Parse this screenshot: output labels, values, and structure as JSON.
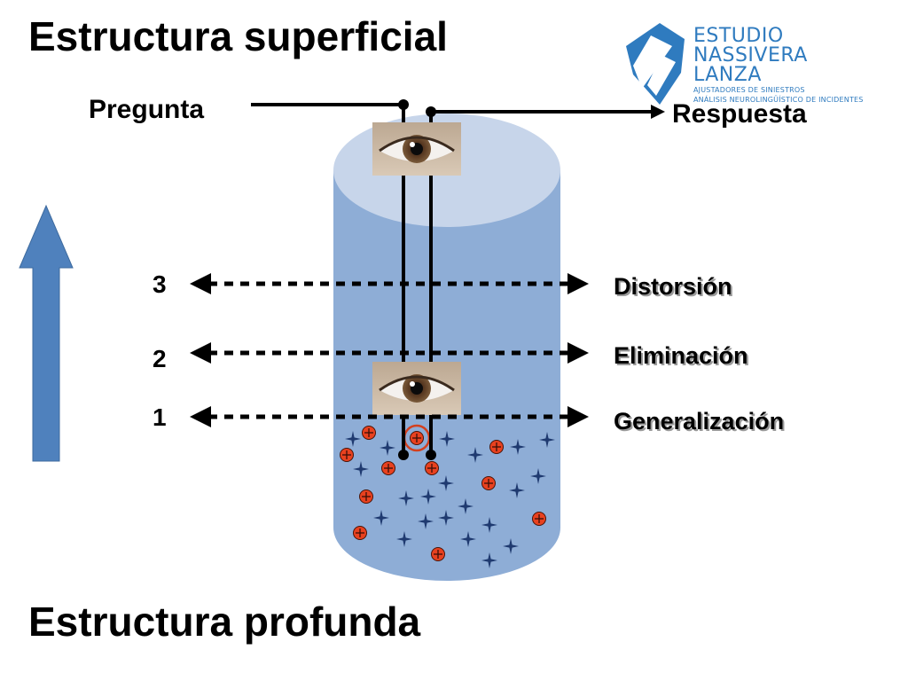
{
  "title_top": "Estructura superficial",
  "title_bottom": "Estructura profunda",
  "logo": {
    "line1": "ESTUDIO",
    "line2": "NASSIVERA",
    "line3": "LANZA",
    "line4": "AJUSTADORES DE SINIESTROS",
    "line5": "ANÁLISIS NEUROLINGÜÍSTICO DE INCIDENTES"
  },
  "labels": {
    "pregunta": "Pregunta",
    "respuesta": "Respuesta"
  },
  "levels": [
    {
      "number": "3",
      "name": "Distorsión"
    },
    {
      "number": "2",
      "name": "Eliminación"
    },
    {
      "number": "1",
      "name": "Generalización"
    }
  ],
  "colors": {
    "cylinder_body": "#8eadd6",
    "cylinder_top": "#c7d5ea",
    "up_arrow": "#4f81bd",
    "plus_fill": "#e8411f",
    "star": "#1f3a70",
    "logo": "#2f7bbf"
  },
  "icons": {
    "eye": "eye-icon",
    "plus": "circle-plus-icon",
    "star": "four-point-star-icon"
  }
}
